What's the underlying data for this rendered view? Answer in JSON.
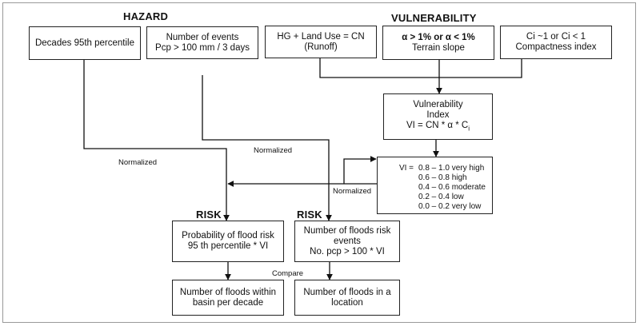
{
  "headers": {
    "hazard": "HAZARD",
    "vulnerability": "VULNERABILITY",
    "risk_left": "RISK",
    "risk_right": "RISK"
  },
  "boxes": {
    "decades": [
      "Decades 95th percentile"
    ],
    "events": [
      "Number of events",
      "Pcp > 100 mm / 3 days"
    ],
    "hg_landuse": [
      "HG + Land Use = CN",
      "(Runoff)"
    ],
    "terrain": [
      "α > 1% or α < 1%",
      "Terrain slope"
    ],
    "compactness": [
      "Ci ~1 or Ci < 1",
      "Compactness index"
    ],
    "vuln_index": [
      "Vulnerability",
      "Index",
      "VI = CN * α * C",
      "i"
    ],
    "prob_flood": [
      "Probability of flood risk",
      "95 th percentile * VI"
    ],
    "num_events": [
      "Number of floods risk",
      "events",
      "No. pcp > 100 * VI"
    ],
    "floods_basin": [
      "Number of floods within",
      "basin per decade"
    ],
    "floods_location": [
      "Number of floods in a",
      "location"
    ]
  },
  "vi_classes": {
    "lead": "VI =",
    "rows": [
      "0.8 – 1.0 very high",
      "0.6 – 0.8 high",
      "0.4 – 0.6 moderate",
      "0.2 – 0.4 low",
      "0.0 – 0.2 very low"
    ]
  },
  "edge_labels": {
    "normalized_1": "Normalized",
    "normalized_2": "Normalized",
    "normalized_3": "Normalized",
    "compare": "Compare"
  }
}
